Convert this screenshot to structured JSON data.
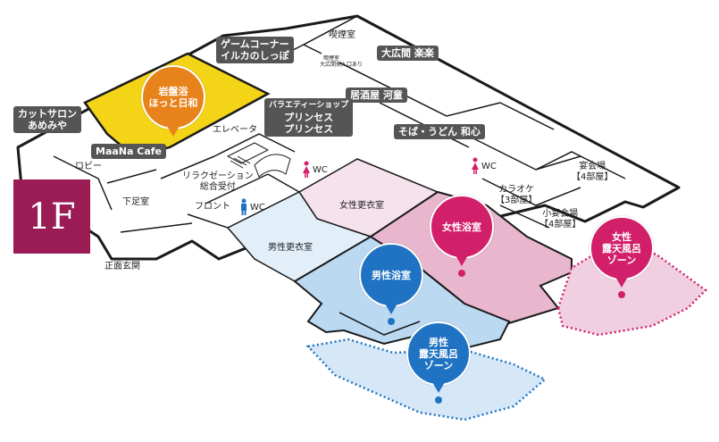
{
  "floor": "1F",
  "colors": {
    "outline": "#1a1a1a",
    "floor_badge": "#9b1c54",
    "label_bg": "#555555",
    "ganbanyoku": "#f4d417",
    "male": "#bcd9f2",
    "male_outdoor": "#d6e8f8",
    "female": "#e8b6cd",
    "female_outdoor": "#f0d0e0",
    "pin_orange": "#e8831c",
    "pin_blue": "#1f73c2",
    "pin_pink": "#d21f6a"
  },
  "rooms": {
    "kitsuen_top": "喫煙室",
    "kitsuen_small": "喫煙室",
    "kitsuen_small_note": "大広間側入口あり",
    "elevator": "エレベータ",
    "lobby": "ロビー",
    "shitaashi": "下足室",
    "relaxation": "リラクゼーション",
    "reception": "総合受付",
    "front": "フロント",
    "entrance": "正面玄関",
    "womens_locker": "女性更衣室",
    "mens_locker": "男性更衣室",
    "karaoke": "カラオケ",
    "karaoke_rooms": "【3部屋】",
    "banquet": "宴会場",
    "banquet_rooms": "【4部屋】",
    "small_banquet": "小宴会場",
    "small_banquet_rooms": "【4部屋】"
  },
  "wc": [
    {
      "label": "WC",
      "gender": "female",
      "color": "#d21f6a"
    },
    {
      "label": "WC",
      "gender": "female",
      "color": "#d21f6a"
    },
    {
      "label": "WC",
      "gender": "male",
      "color": "#1f73c2"
    }
  ],
  "labels": {
    "game_corner": "ゲームコーナー",
    "iruka": "イルカのしっぽ",
    "daihiroma": "大広間 楽楽",
    "izakaya": "居酒屋 河童",
    "variety_shop": "バラエティーショップ",
    "princess1": "プリンセス",
    "princess2": "プリンセス",
    "soba": "そば・うどん 和心",
    "cut_salon1": "カットサロン",
    "cut_salon2": "あめみや",
    "maana_cafe": "MaaNa Cafe"
  },
  "pins": {
    "ganbanyoku": {
      "line1": "岩盤浴",
      "line2": "ほっと日和"
    },
    "womens_bath": {
      "line1": "女性浴室"
    },
    "mens_bath": {
      "line1": "男性浴室"
    },
    "womens_outdoor": {
      "line1": "女性",
      "line2": "露天風呂",
      "line3": "ゾーン"
    },
    "mens_outdoor": {
      "line1": "男性",
      "line2": "露天風呂",
      "line3": "ゾーン"
    }
  }
}
